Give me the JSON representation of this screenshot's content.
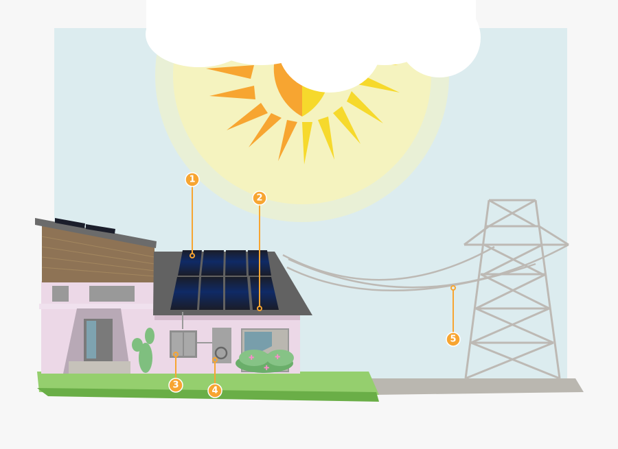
{
  "colors": {
    "sky": "#dcecef",
    "sun_orange": "#f7a531",
    "sun_yellow": "#f6d92c",
    "halo": "#f5f3bf",
    "cloud": "#ffffff",
    "grass": "#95cf6e",
    "grass_dark": "#6aae47",
    "ground_gray": "#bab7b0",
    "callout": "#f7a531",
    "house_pink": "#ecd8e7",
    "roof": "#606060",
    "panel": "#1b1e2b",
    "tower": "#bdb9b4"
  },
  "callouts": [
    {
      "label": "1",
      "target": "solar-panels"
    },
    {
      "label": "2",
      "target": "panel-mounting"
    },
    {
      "label": "3",
      "target": "inverter"
    },
    {
      "label": "4",
      "target": "meter"
    },
    {
      "label": "5",
      "target": "power-grid"
    }
  ]
}
